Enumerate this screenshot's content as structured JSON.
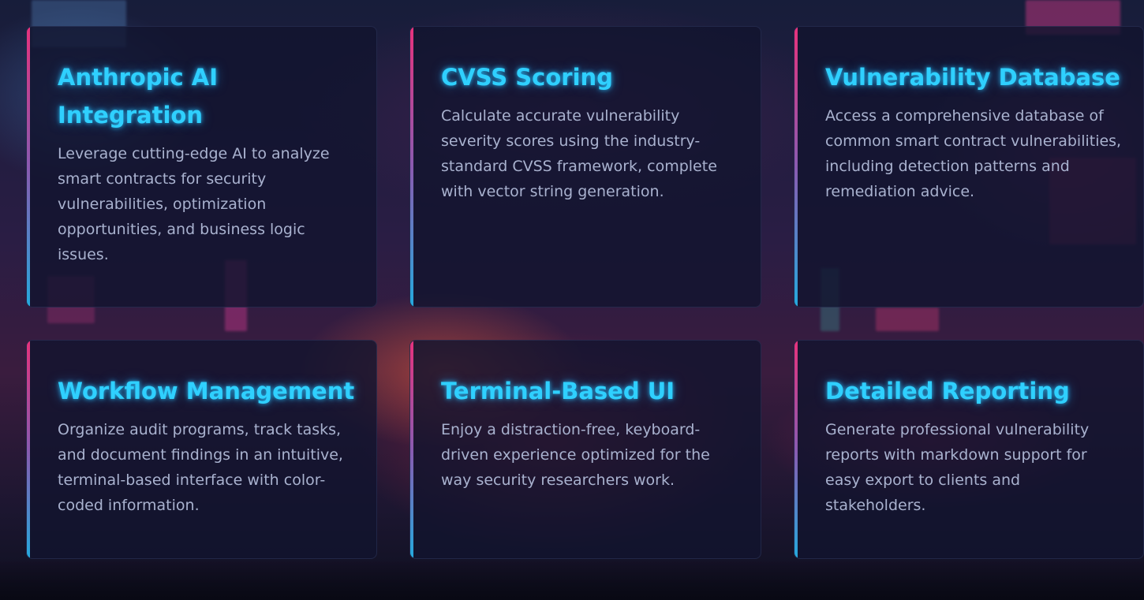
{
  "features": [
    {
      "title": "Anthropic AI Integration",
      "description": "Leverage cutting-edge AI to analyze smart contracts for security vulnerabilities, optimization opportunities, and business logic issues."
    },
    {
      "title": "CVSS Scoring",
      "description": "Calculate accurate vulnerability severity scores using the industry-standard CVSS framework, complete with vector string generation."
    },
    {
      "title": "Vulnerability Database",
      "description": "Access a comprehensive database of common smart contract vulnerabilities, including detection patterns and remediation advice."
    },
    {
      "title": "Workflow Management",
      "description": "Organize audit programs, track tasks, and document findings in an intuitive, terminal-based interface with color-coded information."
    },
    {
      "title": "Terminal-Based UI",
      "description": "Enjoy a distraction-free, keyboard-driven experience optimized for the way security researchers work."
    },
    {
      "title": "Detailed Reporting",
      "description": "Generate professional vulnerability reports with markdown support for easy export to clients and stakeholders."
    }
  ],
  "colors": {
    "title_glow": "#2fd0ff",
    "accent_top": "#e6327c",
    "accent_bottom": "#25a9dd",
    "body_text": "#a9b2cf",
    "card_bg": "#12142e"
  }
}
